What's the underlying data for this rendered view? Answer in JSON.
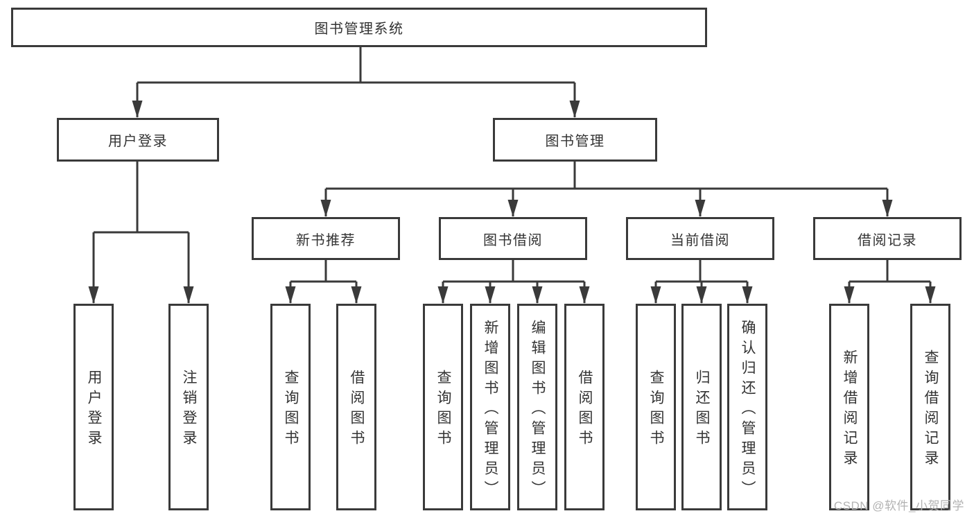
{
  "colors": {
    "line": "#3a3a3a",
    "text": "#333333",
    "background": "#ffffff",
    "watermark_text": "#b2b2b2"
  },
  "watermark": "CSDN @软件_小贺同学",
  "diagram": {
    "root": {
      "label": "图书管理系统"
    },
    "branches": [
      {
        "label": "用户登录",
        "children": [
          {
            "label": "用户登录"
          },
          {
            "label": "注销登录"
          }
        ]
      },
      {
        "label": "图书管理",
        "sections": [
          {
            "label": "新书推荐",
            "children": [
              {
                "label": "查询图书"
              },
              {
                "label": "借阅图书"
              }
            ]
          },
          {
            "label": "图书借阅",
            "children": [
              {
                "label": "查询图书"
              },
              {
                "label": "新增图书（管理员）"
              },
              {
                "label": "编辑图书（管理员）"
              },
              {
                "label": "借阅图书"
              }
            ]
          },
          {
            "label": "当前借阅",
            "children": [
              {
                "label": "查询图书"
              },
              {
                "label": "归还图书"
              },
              {
                "label": "确认归还（管理员）"
              }
            ]
          },
          {
            "label": "借阅记录",
            "children": [
              {
                "label": "新增借阅记录"
              },
              {
                "label": "查询借阅记录"
              }
            ]
          }
        ]
      }
    ]
  }
}
